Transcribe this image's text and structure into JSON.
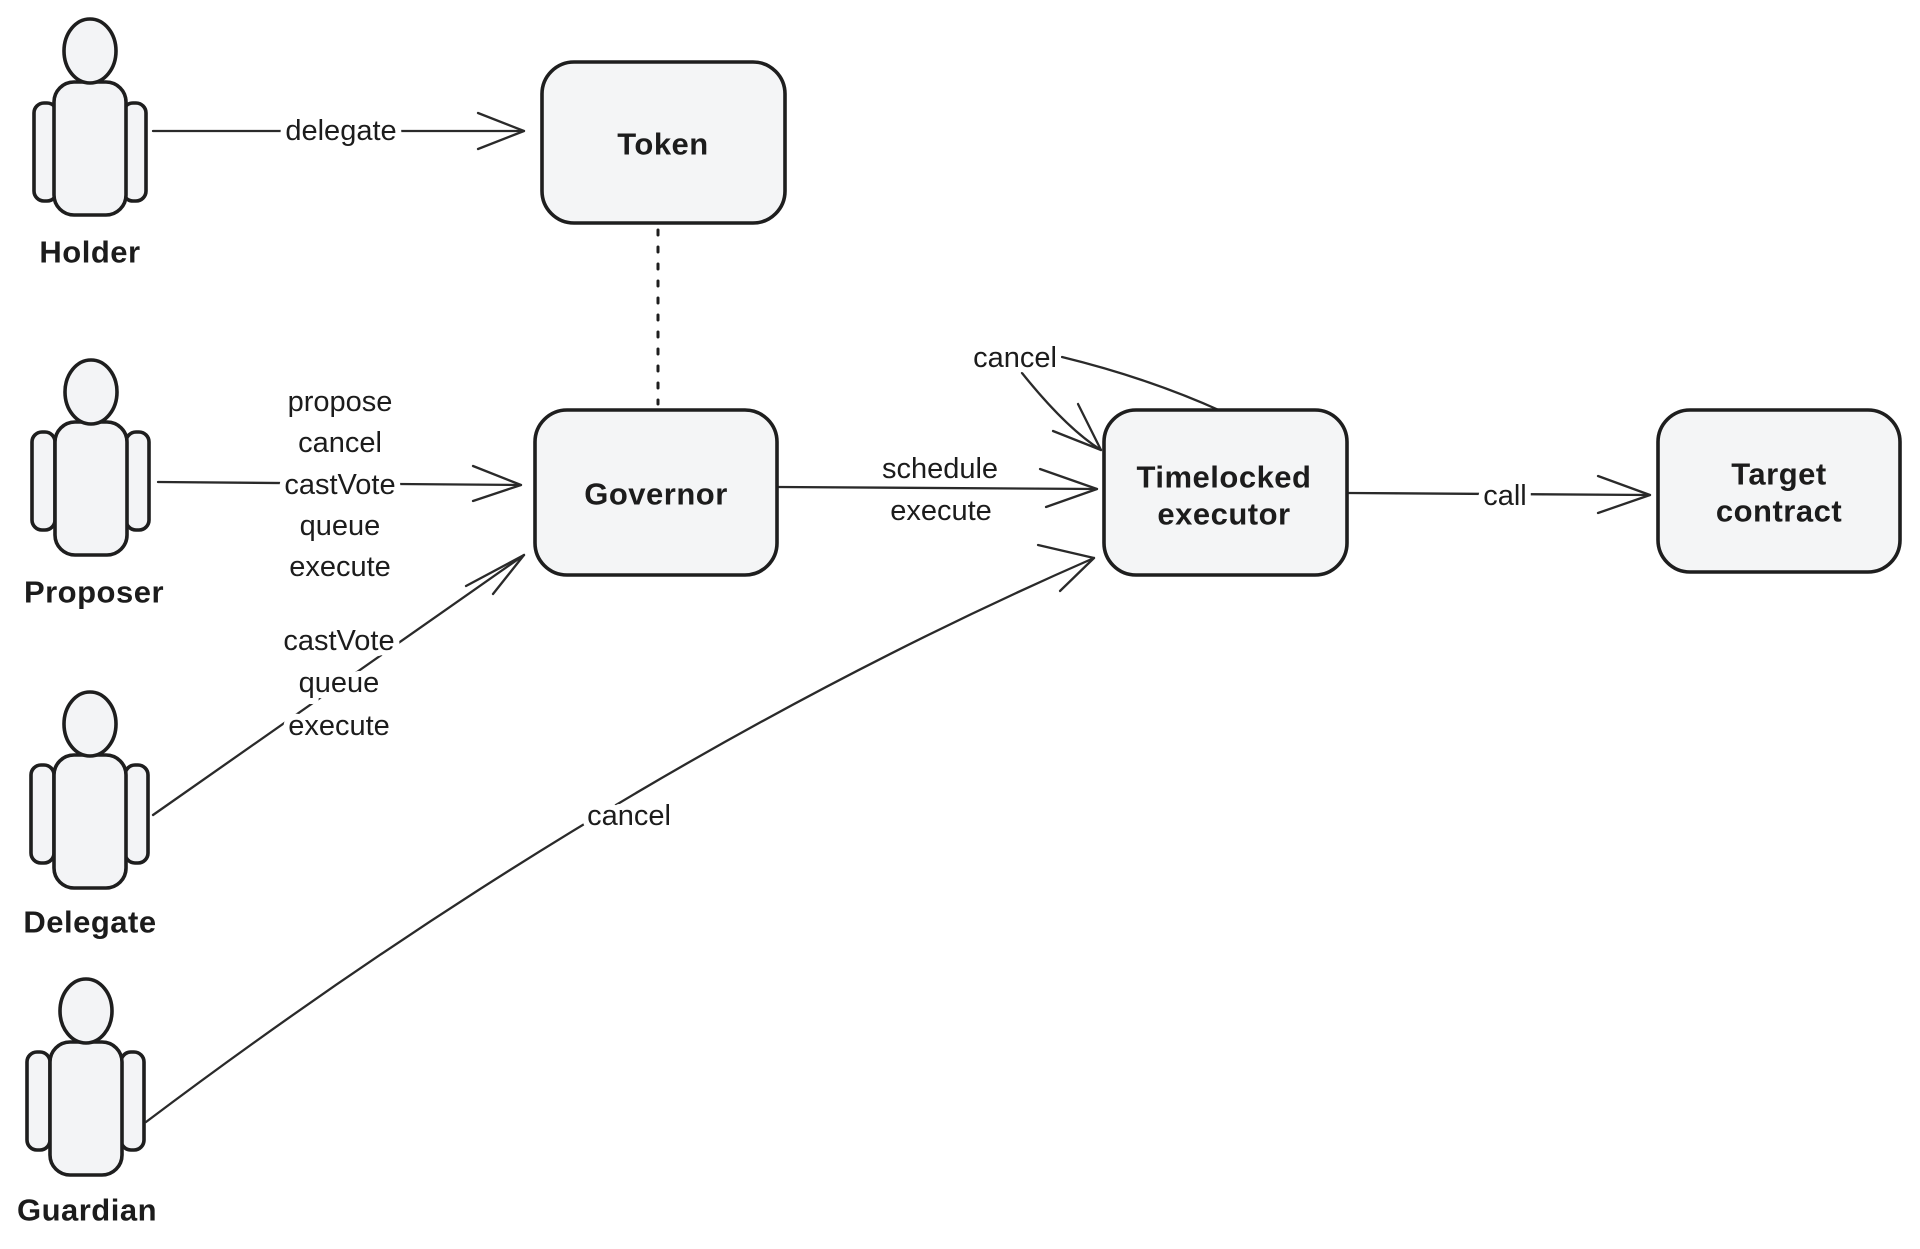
{
  "diagram": {
    "title": "governance-flow-diagram",
    "colors": {
      "background": "#ffffff",
      "stroke": "#1e1e1e",
      "edge_stroke": "#2a2a2a",
      "box_fill": "#f4f5f6",
      "text": "#1c1c1c"
    },
    "actors": {
      "holder": {
        "label": "Holder"
      },
      "proposer": {
        "label": "Proposer"
      },
      "delegate": {
        "label": "Delegate"
      },
      "guardian": {
        "label": "Guardian"
      }
    },
    "nodes": {
      "token": {
        "label": "Token"
      },
      "governor": {
        "label": "Governor"
      },
      "timelock": {
        "line1": "Timelocked",
        "line2": "executor"
      },
      "target": {
        "line1": "Target",
        "line2": "contract"
      }
    },
    "edges": {
      "holder_to_token": {
        "label": "delegate"
      },
      "proposer_to_governor": {
        "actions": [
          "propose",
          "cancel",
          "castVote",
          "queue",
          "execute"
        ]
      },
      "delegate_to_governor": {
        "actions": [
          "castVote",
          "queue",
          "execute"
        ]
      },
      "governor_to_timelock": {
        "line1": "schedule",
        "line2": "execute"
      },
      "cancel_top": {
        "label": "cancel"
      },
      "guardian_to_timelock": {
        "label": "cancel"
      },
      "timelock_to_target": {
        "label": "call"
      },
      "token_governor_link": {
        "style": "dotted"
      }
    }
  }
}
